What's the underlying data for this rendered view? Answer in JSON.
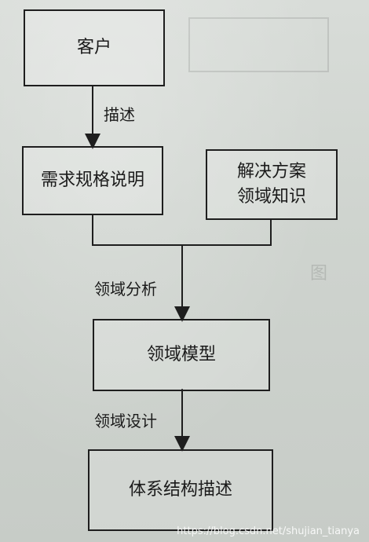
{
  "boxes": {
    "customer": "客户",
    "requirements_spec": "需求规格说明",
    "solution_knowledge_line1": "解决方案",
    "solution_knowledge_line2": "领域知识",
    "domain_model": "领域模型",
    "architecture_description": "体系结构描述"
  },
  "edge_labels": {
    "describe": "描述",
    "domain_analysis": "领域分析",
    "domain_design": "领域设计"
  },
  "watermark": "https://blog.csdn.net/shujian_tianya",
  "colors": {
    "line": "#1e1e1e",
    "background": "#cfd3cf"
  }
}
